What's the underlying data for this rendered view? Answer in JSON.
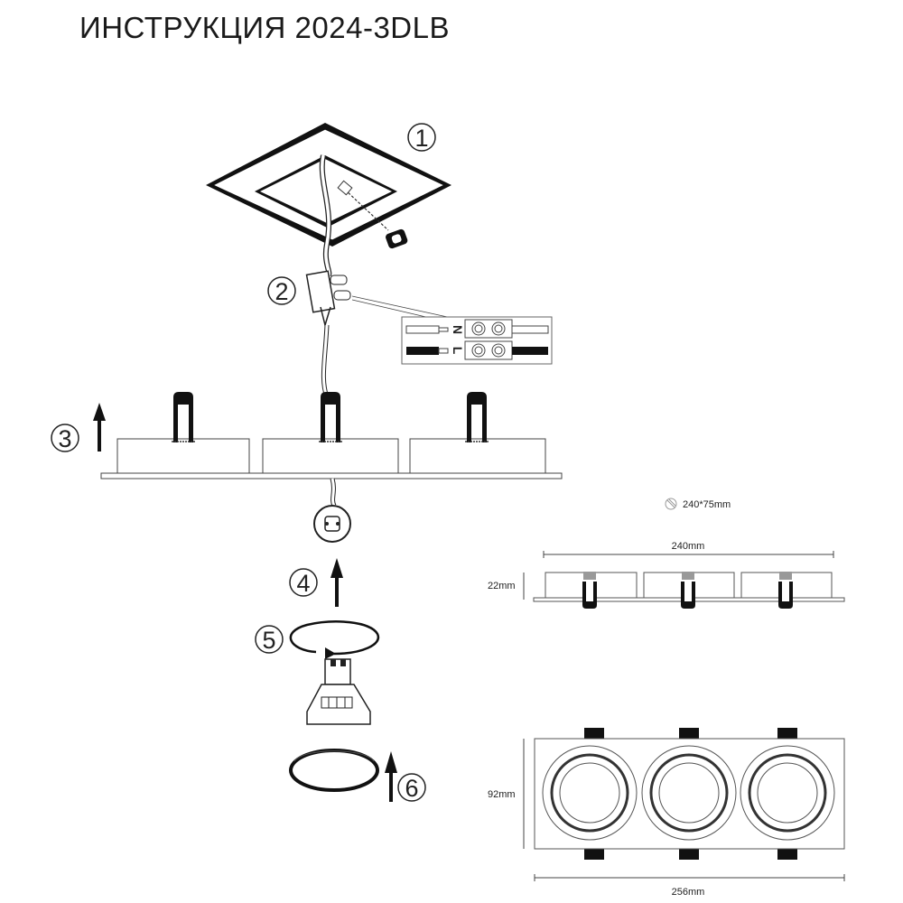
{
  "title": "ИНСТРУКЦИЯ 2024-3DLB",
  "steps": [
    "1",
    "2",
    "3",
    "4",
    "5",
    "6"
  ],
  "wiring": {
    "neutral": "N",
    "live": "L"
  },
  "dimensions": {
    "cutout": "240*75mm",
    "length": "240mm",
    "height": "22mm",
    "width": "92mm",
    "overall_length": "256mm"
  },
  "colors": {
    "line": "#222222",
    "fill": "#111111"
  }
}
